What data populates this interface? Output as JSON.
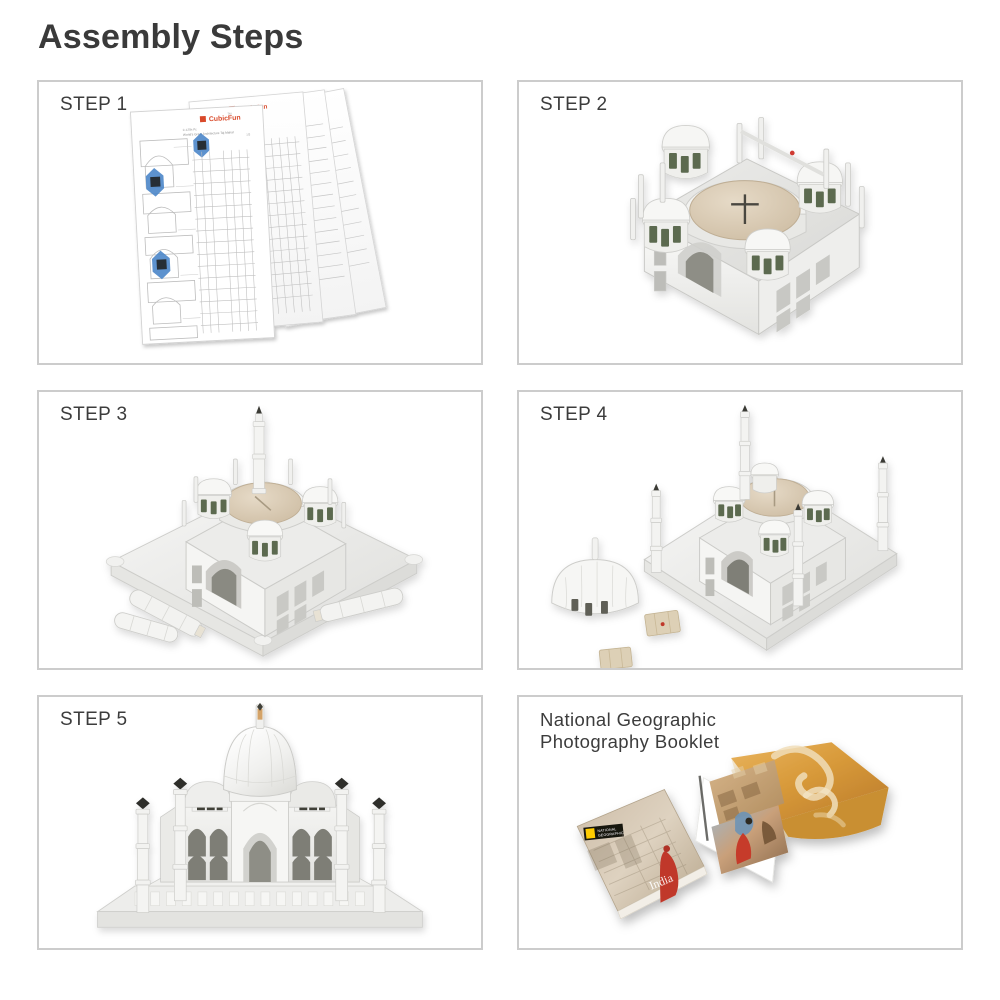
{
  "page": {
    "title": "Assembly Steps",
    "background_color": "#ffffff",
    "panel_border_color": "#cccccc",
    "text_color": "#3a3a3a"
  },
  "panels": [
    {
      "id": "step-1",
      "label": "STEP 1",
      "illustration": "stack-of-printed-punch-out-sheets",
      "brand_on_sheets": "CubicFun",
      "brand_color": "#d94a2b",
      "sheet_count": 5
    },
    {
      "id": "step-2",
      "label": "STEP 2",
      "illustration": "taj-mahal-base-structure-with-four-corner-chattri-domes",
      "dome_color": "#ddd0bd",
      "body_color": "#f4f4f2"
    },
    {
      "id": "step-3",
      "label": "STEP 3",
      "illustration": "taj-mahal-on-plinth-with-one-minaret-and-three-loose-minarets",
      "loose_parts": 3
    },
    {
      "id": "step-4",
      "label": "STEP 4",
      "illustration": "taj-mahal-with-four-minarets-and-loose-main-dome",
      "loose_parts": 3
    },
    {
      "id": "step-5",
      "label": "STEP 5",
      "illustration": "completed-taj-mahal-model-front-view"
    },
    {
      "id": "booklet",
      "label": "National Geographic\nPhotography Booklet",
      "label_line_1": "National Geographic",
      "label_line_2": "Photography Booklet",
      "illustration": "open-photography-booklet-with-cover",
      "cover_title": "India",
      "cover_logo": "National Geographic",
      "logo_color": "#ffcc00"
    }
  ],
  "colors": {
    "border": "#cccccc",
    "title": "#3a3a3a",
    "label": "#3c3c3c",
    "model_white": "#f2f2f0",
    "model_shadow": "#d8d8d6",
    "dome_tan": "#ddd0bd",
    "window_dark": "#6f6f60",
    "booklet_gold": "#d79a33",
    "booklet_tan": "#c8a878",
    "nat_geo_yellow": "#ffcc00",
    "red_accent": "#c0392b"
  }
}
